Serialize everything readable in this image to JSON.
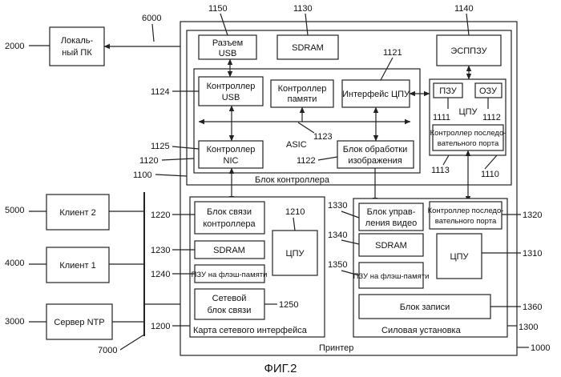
{
  "figure": {
    "caption": "ФИГ.2"
  },
  "external": {
    "local_pc": {
      "label_line1": "Локаль-",
      "label_line2": "ный ПК",
      "ref": "2000"
    },
    "link_ref": "6000",
    "client2": {
      "label": "Клиент 2",
      "ref": "5000"
    },
    "client1": {
      "label": "Клиент 1",
      "ref": "4000"
    },
    "ntp_server": {
      "label": "Сервер NTP",
      "ref": "3000"
    },
    "network_ref": "7000"
  },
  "printer": {
    "label": "Принтер",
    "ref": "1000",
    "controller_block": {
      "label": "Блок контроллера",
      "ref": "1100",
      "usb_connector": {
        "label_line1": "Разъем",
        "label_line2": "USB",
        "ref": "1150"
      },
      "sdram": {
        "label": "SDRAM",
        "ref": "1130"
      },
      "eeprom": {
        "label": "ЭСППЗУ",
        "ref": "1140"
      },
      "asic": {
        "label": "ASIC",
        "ref": "1120",
        "bus_ref": "1123",
        "usb_controller": {
          "label_line1": "Контроллер",
          "label_line2": "USB",
          "ref": "1124"
        },
        "memory_controller": {
          "label_line1": "Контроллер",
          "label_line2": "памяти"
        },
        "cpu_interface": {
          "label": "Интерфейс ЦПУ",
          "ref": "1121"
        },
        "nic_controller": {
          "label_line1": "Контроллер",
          "label_line2": "NIC",
          "ref": "1125"
        },
        "image_processing": {
          "label_line1": "Блок обработки",
          "label_line2": "изображения",
          "ref": "1122"
        }
      },
      "cpu_block": {
        "ref": "1110",
        "bus_ref": "1113",
        "rom": {
          "label": "ПЗУ",
          "ref": "1111"
        },
        "ram": {
          "label": "ОЗУ",
          "ref": "1112"
        },
        "cpu_label": "ЦПУ",
        "serial_controller": {
          "label_line1": "Контроллер последо-",
          "label_line2": "вательного порта"
        }
      }
    },
    "network_card": {
      "label": "Карта сетевого интерфейса",
      "ref": "1200",
      "controller_link": {
        "label_line1": "Блок связи",
        "label_line2": "контроллера",
        "ref": "1220"
      },
      "cpu": {
        "label": "ЦПУ",
        "ref": "1210"
      },
      "sdram": {
        "label": "SDRAM",
        "ref": "1230"
      },
      "flash_rom": {
        "label": "ПЗУ на флэш-памяти",
        "ref": "1240"
      },
      "network_link": {
        "label_line1": "Сетевой",
        "label_line2": "блок связи",
        "ref": "1250"
      }
    },
    "power_unit": {
      "label": "Силовая установка",
      "ref": "1300",
      "video_control": {
        "label_line1": "Блок управ-",
        "label_line2": "ления видео",
        "ref": "1330"
      },
      "serial_controller": {
        "label_line1": "Контроллер последо-",
        "label_line2": "вательного порта",
        "ref": "1320"
      },
      "sdram": {
        "label": "SDRAM",
        "ref": "1340"
      },
      "flash_rom": {
        "label_line1": "ПЗУ на флэш-памяти",
        "ref": "1350"
      },
      "cpu": {
        "label": "ЦПУ",
        "ref": "1310"
      },
      "recorder": {
        "label": "Блок записи",
        "ref": "1360"
      }
    }
  }
}
